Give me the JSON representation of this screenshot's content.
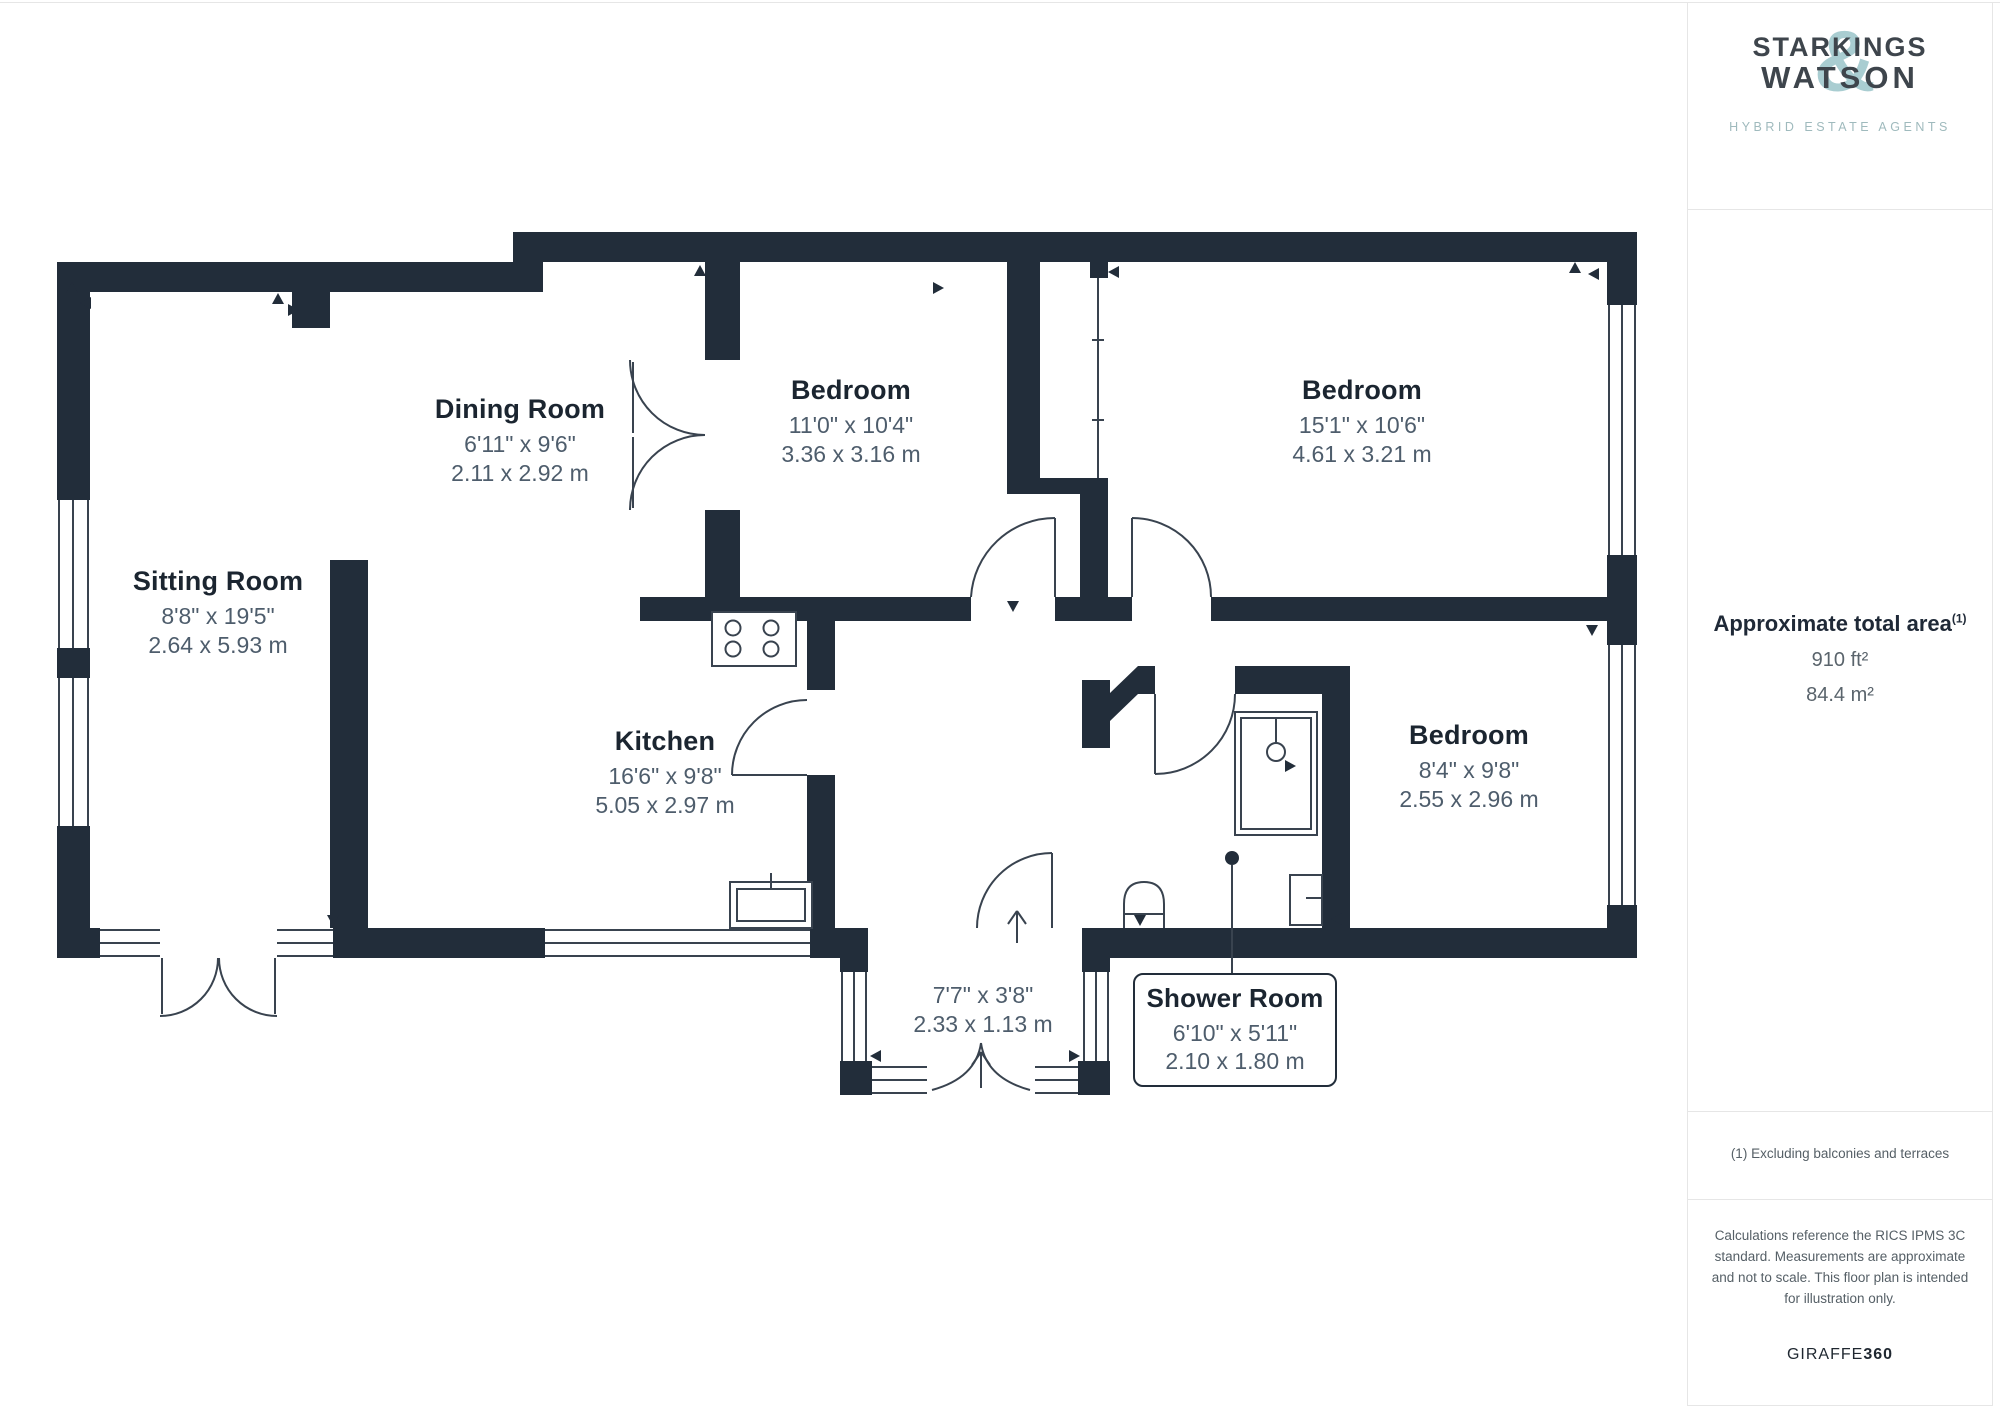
{
  "branding": {
    "line1": "STARKINGS",
    "ampersand": "&",
    "line2": "WATSON",
    "tagline": "HYBRID ESTATE AGENTS",
    "accent_color": "#A9CDD1",
    "text_color": "#3E454C"
  },
  "area_summary": {
    "title": "Approximate total area",
    "superscript": "(1)",
    "value_imperial": "910 ft²",
    "value_metric": "84.4 m²"
  },
  "footnotes": {
    "note1": "(1) Excluding balconies and terraces",
    "disclaimer": "Calculations reference the RICS IPMS 3C standard. Measurements are approximate and not to scale. This floor plan is intended for illustration only.",
    "brand": "GIRAFFE",
    "brand_suffix": "360"
  },
  "rooms": [
    {
      "name": "Sitting Room",
      "dims_imperial": "8'8\" x 19'5\"",
      "dims_metric": "2.64 x 5.93 m"
    },
    {
      "name": "Dining Room",
      "dims_imperial": "6'11\" x 9'6\"",
      "dims_metric": "2.11 x 2.92 m"
    },
    {
      "name": "Bedroom",
      "dims_imperial": "11'0\" x 10'4\"",
      "dims_metric": "3.36 x 3.16 m"
    },
    {
      "name": "Bedroom",
      "dims_imperial": "15'1\" x 10'6\"",
      "dims_metric": "4.61 x 3.21 m"
    },
    {
      "name": "Kitchen",
      "dims_imperial": "16'6\" x 9'8\"",
      "dims_metric": "5.05 x 2.97 m"
    },
    {
      "name": "Bedroom",
      "dims_imperial": "8'4\" x 9'8\"",
      "dims_metric": "2.55 x 2.96 m"
    },
    {
      "name": "",
      "dims_imperial": "7'7\" x 3'8\"",
      "dims_metric": "2.33 x 1.13 m"
    },
    {
      "name": "Shower Room",
      "dims_imperial": "6'10\" x 5'11\"",
      "dims_metric": "2.10 x 1.80 m"
    }
  ],
  "colors": {
    "wall": "#222D3A",
    "line": "#39434F",
    "room_title": "#1B2530",
    "room_dims": "#4E5D6C"
  }
}
